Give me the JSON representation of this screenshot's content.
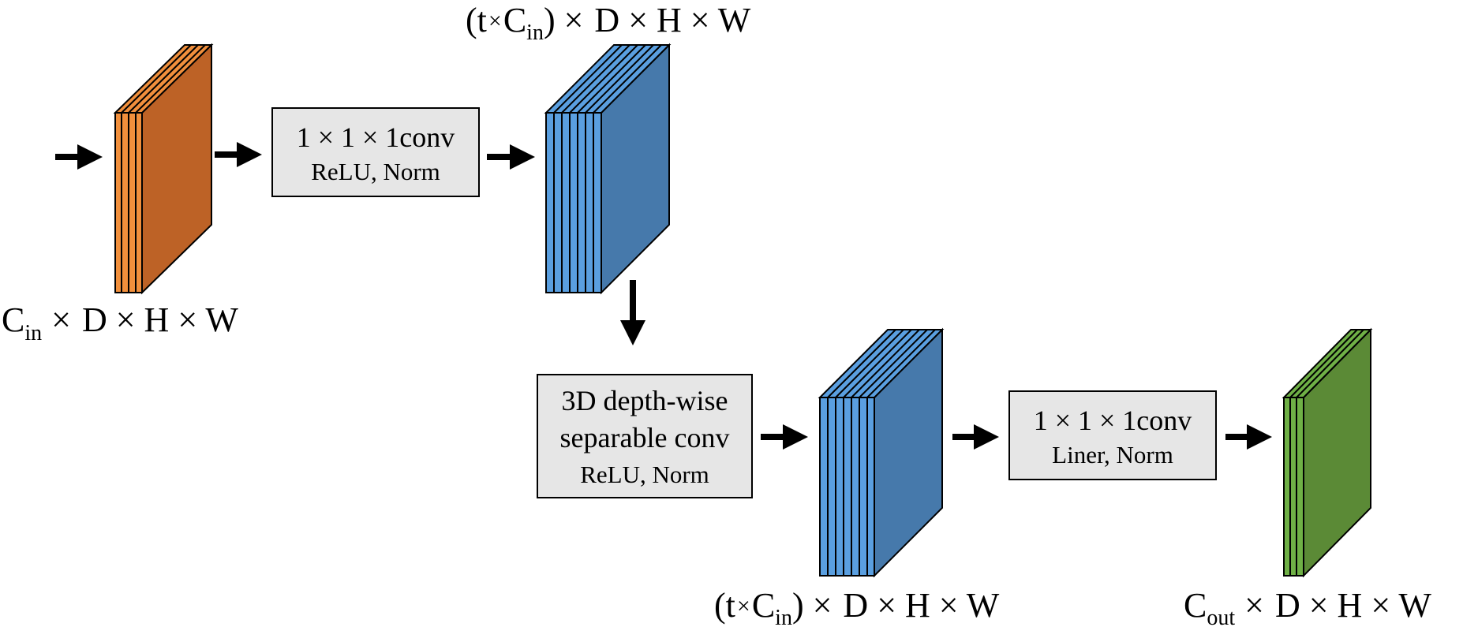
{
  "colors": {
    "input_tensor": "#BD6226",
    "input_tensor_edge": "#F18F3C",
    "expanded_tensor": "#4679AB",
    "expanded_tensor_edge": "#5A9FE0",
    "output_tensor": "#5B8A36",
    "output_tensor_edge": "#6FB046",
    "box_fill": "#E6E6E6",
    "arrow": "#000000"
  },
  "labels": {
    "input": {
      "c": "C",
      "c_sub": "in",
      "times": "×",
      "rest": "D × H × W"
    },
    "expanded_top": {
      "open": "(t",
      "times_small": "×",
      "c": "C",
      "c_sub": "in",
      "close": ") ×",
      "rest": "D × H × W"
    },
    "expanded_bottom": {
      "open": "(t",
      "times_small": "×",
      "c": "C",
      "c_sub": "in",
      "close": ") ×",
      "rest": "D × H × W"
    },
    "output": {
      "c": "C",
      "c_sub": "out",
      "times": "×",
      "rest": "D × H × W"
    }
  },
  "boxes": {
    "conv1": {
      "line1": "1 × 1 × 1conv",
      "line2": "ReLU, Norm"
    },
    "depthwise": {
      "line1": "3D depth-wise",
      "line2": "separable conv",
      "line3": "ReLU, Norm"
    },
    "conv2": {
      "line1": "1 × 1 × 1conv",
      "line2": "Liner, Norm"
    }
  }
}
